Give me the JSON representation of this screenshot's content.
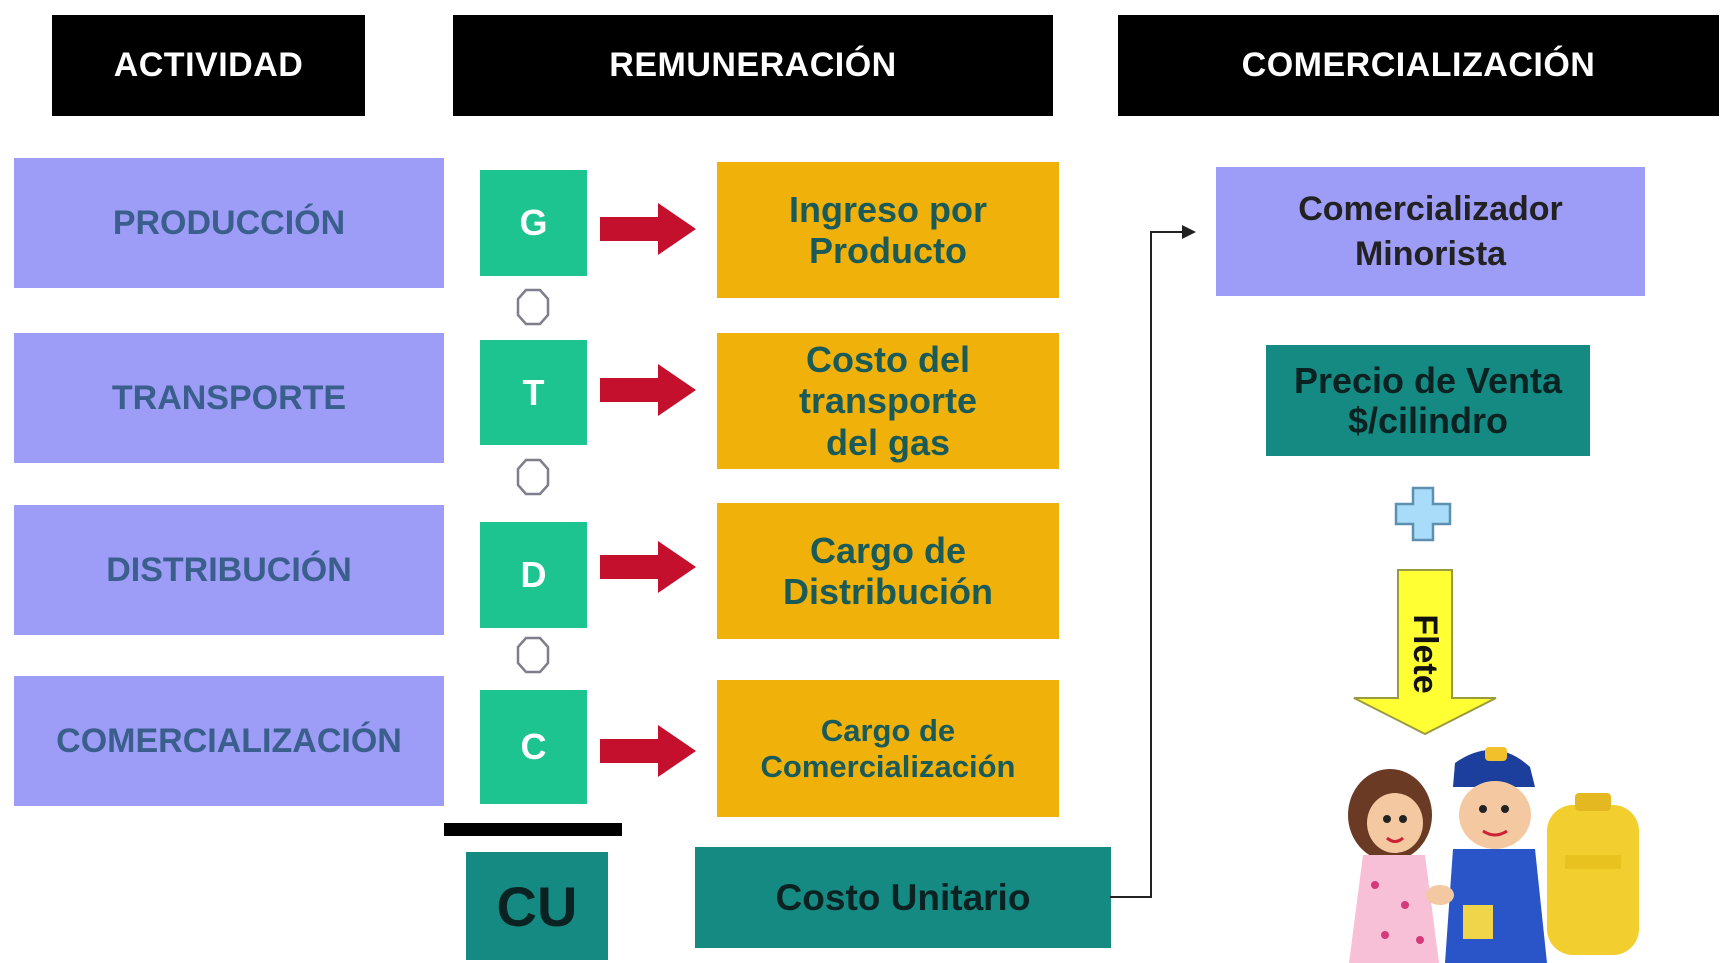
{
  "headers": {
    "actividad": "ACTIVIDAD",
    "remuneracion": "REMUNERACIÓN",
    "comercializacion": "COMERCIALIZACIÓN"
  },
  "activities": [
    {
      "label": "PRODUCCIÓN",
      "letter": "G",
      "remuneration": "Ingreso por\nProducto"
    },
    {
      "label": "TRANSPORTE",
      "letter": "T",
      "remuneration": "Costo del\ntransporte\ndel gas"
    },
    {
      "label": "DISTRIBUCIÓN",
      "letter": "D",
      "remuneration": "Cargo de\nDistribución"
    },
    {
      "label": "COMERCIALIZACIÓN",
      "letter": "C",
      "remuneration": "Cargo de\nComercialización"
    }
  ],
  "sum_result": "CU",
  "costo_unitario": "Costo Unitario",
  "comercializador": "Comercializador\nMinorista",
  "precio_venta": "Precio de Venta\n$/cilindro",
  "flete": "Flete",
  "colors": {
    "header_bg": "#000000",
    "activity_bg": "#9d9cf7",
    "letter_bg": "#1dc48f",
    "remuneration_bg": "#efb10a",
    "teal_bg": "#148a82",
    "arrow_red": "#c4102c",
    "flete_yellow": "#ffff33",
    "plus_blue": "#a8dcf8"
  }
}
